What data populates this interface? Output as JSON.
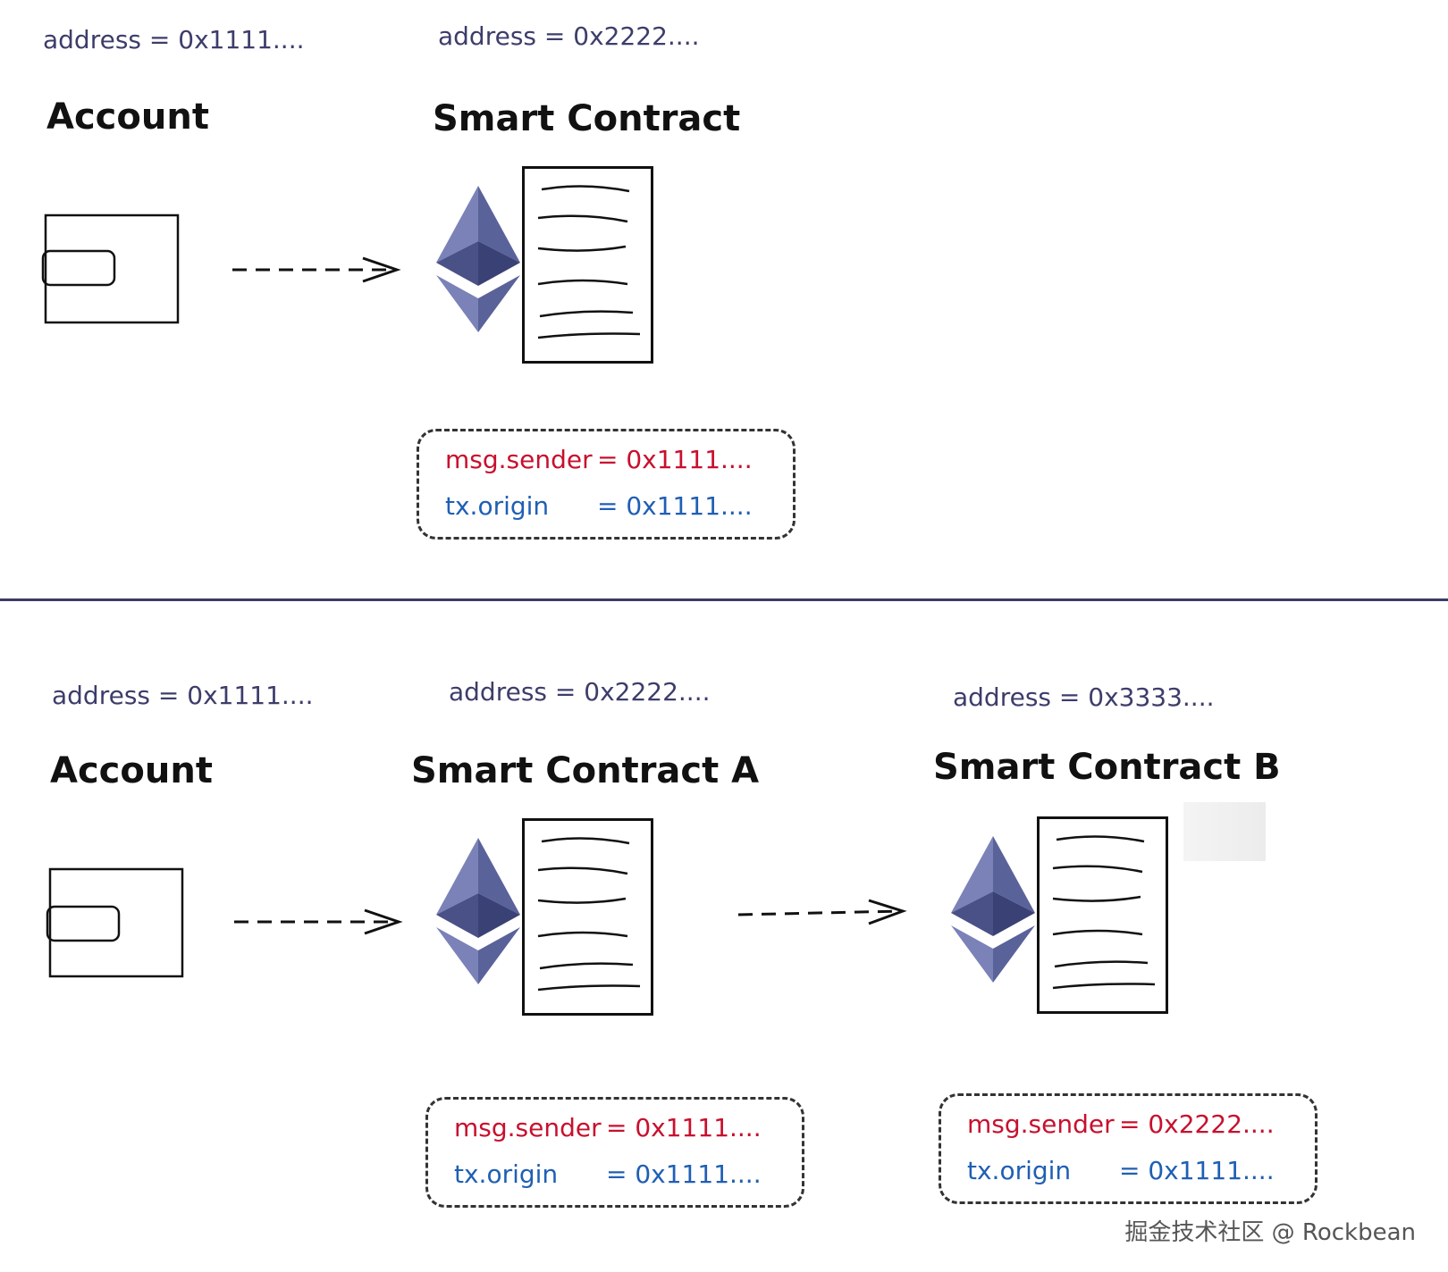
{
  "top": {
    "account": {
      "address": "address = 0x1111....",
      "title": "Account"
    },
    "contract": {
      "address": "address = 0x2222....",
      "title": "Smart Contract"
    },
    "context": {
      "msg_sender_label": "msg.sender",
      "msg_sender_value": "= 0x1111....",
      "tx_origin_label": "tx.origin",
      "tx_origin_value": "= 0x1111...."
    }
  },
  "bottom": {
    "account": {
      "address": "address = 0x1111....",
      "title": "Account"
    },
    "contract_a": {
      "address": "address = 0x2222....",
      "title": "Smart Contract A",
      "context": {
        "msg_sender_label": "msg.sender",
        "msg_sender_value": "= 0x1111....",
        "tx_origin_label": "tx.origin",
        "tx_origin_value": "= 0x1111...."
      }
    },
    "contract_b": {
      "address": "address = 0x3333....",
      "title": "Smart Contract B",
      "context": {
        "msg_sender_label": "msg.sender",
        "msg_sender_value": "= 0x2222....",
        "tx_origin_label": "tx.origin",
        "tx_origin_value": "= 0x1111...."
      }
    }
  },
  "watermark": "掘金技术社区 @ Rockbean",
  "colors": {
    "msg_sender": "#c8102e",
    "tx_origin": "#1f5fb4",
    "address_text": "#3d3d6b",
    "eth_dark": "#4a5187",
    "eth_light": "#7a82b8"
  },
  "icons": [
    "wallet-icon",
    "ethereum-icon",
    "document-icon",
    "dashed-arrow-icon"
  ]
}
